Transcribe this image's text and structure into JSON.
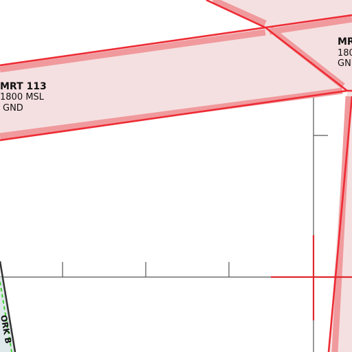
{
  "map": {
    "colors": {
      "background": "#ffffff",
      "route_fill": "#f5e0e1",
      "route_edge": "#f09a9d",
      "route_line": "#ee2b34",
      "crosshair": "#e0282f",
      "graticule": "#555555",
      "strip_green": "#3fd22f"
    },
    "routes": [
      {
        "name": "MRT 113",
        "upper": "1800 MSL",
        "lower": "GND"
      },
      {
        "name": "MR",
        "upper": "180",
        "lower": "GN"
      }
    ],
    "strip_label": "ORK B"
  }
}
